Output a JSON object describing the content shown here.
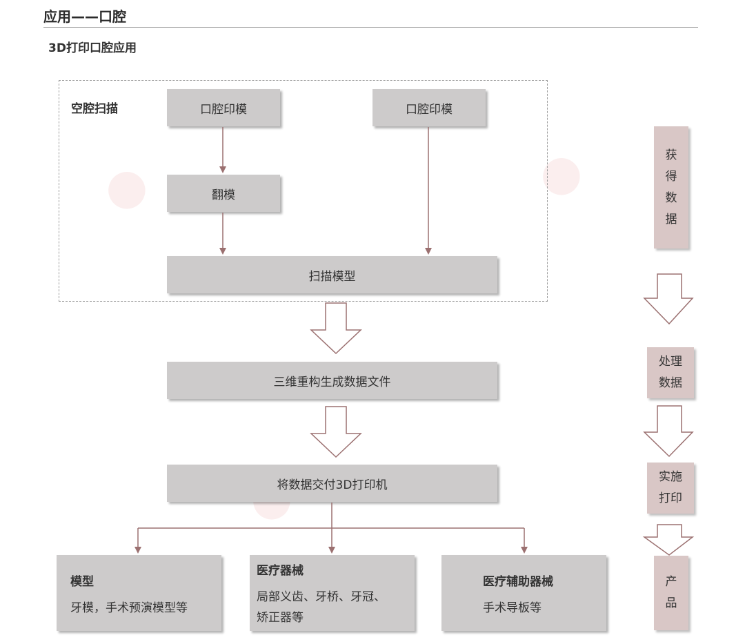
{
  "header": {
    "title": "应用——口腔",
    "subtitle": "3D打印口腔应用"
  },
  "scan_group": {
    "label": "空腔扫描",
    "impression_left": "口腔印模",
    "impression_right": "口腔印模",
    "reverse_mold": "翻模",
    "scan_model": "扫描模型"
  },
  "flow": {
    "reconstruct": "三维重构生成数据文件",
    "deliver": "将数据交付3D打印机"
  },
  "outputs": [
    {
      "title": "模型",
      "desc": "牙模，手术预演模型等"
    },
    {
      "title": "医疗器械",
      "desc_line1": "局部义齿、牙桥、牙冠、",
      "desc_line2": "矫正器等"
    },
    {
      "title": "医疗辅助器械",
      "desc": "手术导板等"
    }
  ],
  "side_steps": {
    "acquire": [
      "获",
      "得",
      "数",
      "据"
    ],
    "process": [
      "处理",
      "数据"
    ],
    "print": [
      "实施",
      "打印"
    ],
    "product": [
      "产",
      "品"
    ]
  },
  "colors": {
    "box_gray": "#cdcbcb",
    "side_pink": "#d9c7c6",
    "arrow_brown": "#9b7070"
  }
}
